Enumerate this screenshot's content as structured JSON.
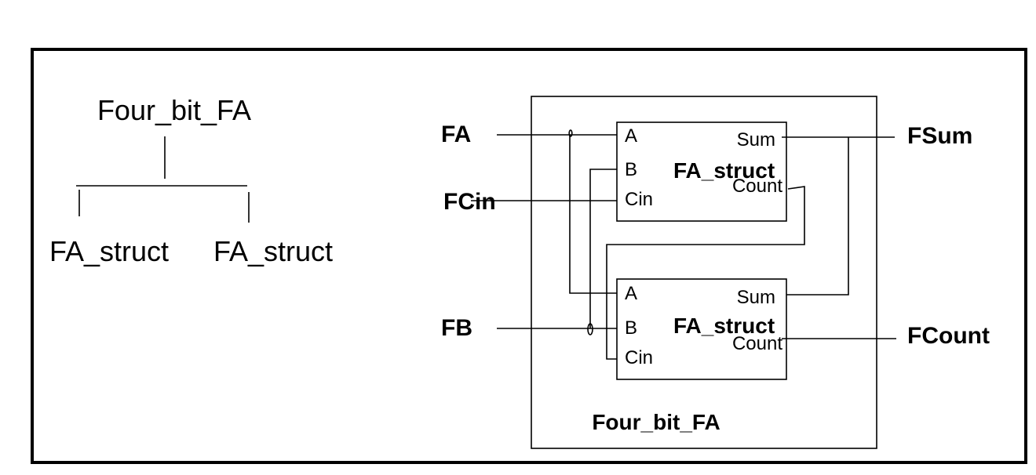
{
  "hierarchy": {
    "root": "Four_bit_FA",
    "children": [
      "FA_struct",
      "FA_struct"
    ]
  },
  "schematic": {
    "inputs": {
      "a": "FA",
      "cin": "FCin",
      "b": "FB"
    },
    "outputs": {
      "sum": "FSum",
      "count": "FCount"
    },
    "top_module_label": "Four_bit_FA",
    "instances": [
      {
        "name": "FA_struct",
        "pins": {
          "a": "A",
          "b": "B",
          "cin": "Cin",
          "sum": "Sum",
          "count": "Count"
        }
      },
      {
        "name": "FA_struct",
        "pins": {
          "a": "A",
          "b": "B",
          "cin": "Cin",
          "sum": "Sum",
          "count": "Count"
        }
      }
    ]
  }
}
